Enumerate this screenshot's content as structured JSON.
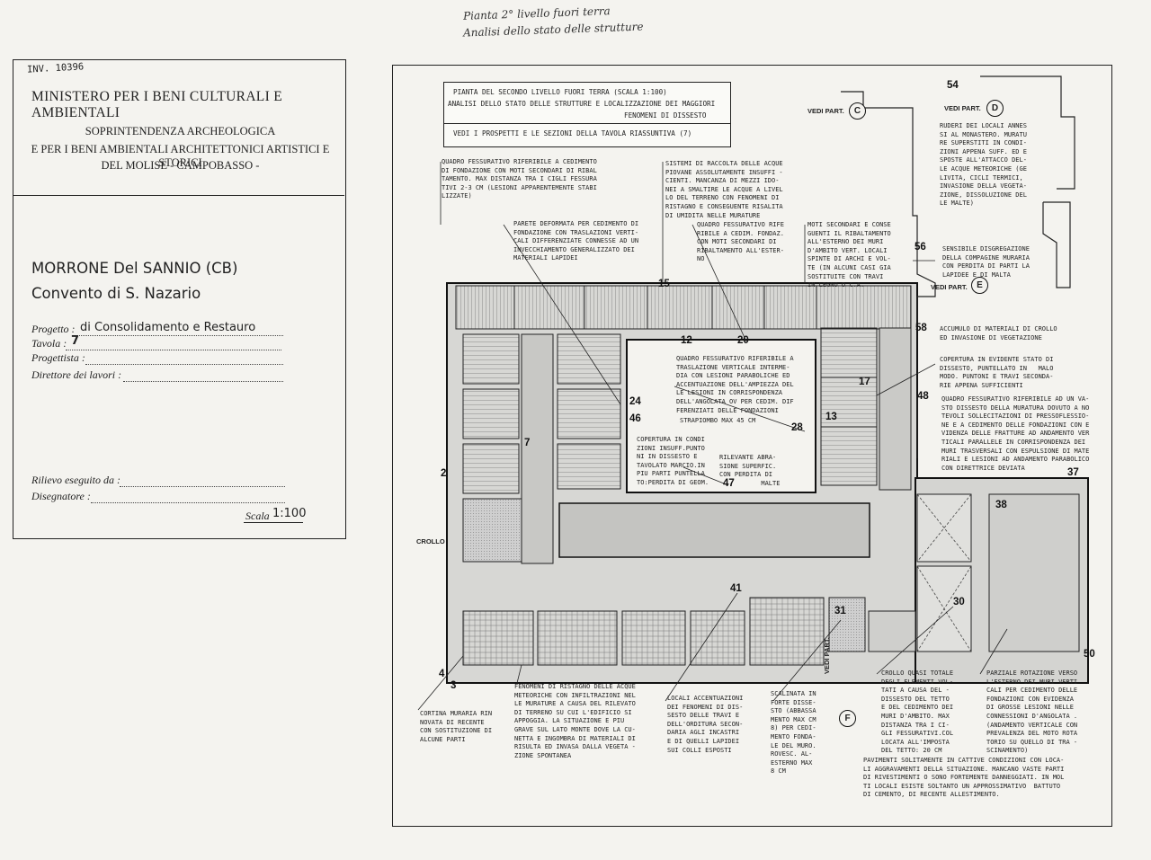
{
  "handwritten": {
    "inventory": "INV. 10396",
    "top_line1": "Pianta 2° livello fuori terra",
    "top_line2": "Analisi dello stato delle strutture"
  },
  "title_block": {
    "ministry": "MINISTERO PER I BENI CULTURALI E AMBIENTALI",
    "sop1": "SOPRINTENDENZA ARCHEOLOGICA",
    "sop2": "E PER I BENI AMBIENTALI ARCHITETTONICI ARTISTICI E STORICI",
    "sop3": "DEL MOLISE  - CAMPOBASSO -",
    "place": "MORRONE Del SANNIO  (CB)",
    "building": "Convento di S. Nazario",
    "project_label": "Progetto :",
    "project_value": "di Consolidamento e Restauro",
    "tavola_label": "Tavola :",
    "tavola_value": "7",
    "progettista_label": "Progettista :",
    "direttore_label": "Direttore dei lavori :",
    "rilievo_label": "Rilievo eseguito da :",
    "disegnatore_label": "Disegnatore :",
    "scala_label": "Scala",
    "scala_value": "1:100"
  },
  "legend": {
    "line1": "PIANTA DEL SECONDO LIVELLO FUORI TERRA  (SCALA 1:100)",
    "line2": "ANALISI DELLO STATO DELLE STRUTTURE E LOCALIZZAZIONE DEI MAGGIORI",
    "line3": "FENOMENI DI DISSESTO",
    "line4": "VEDI I PROSPETTI E LE SEZIONI DELLA TAVOLA RIASSUNTIVA (7)"
  },
  "notes": {
    "n1": "QUADRO FESSURATIVO RIFERIBILE A CEDIMENTO\nDI FONDAZIONE CON MOTI SECONDARI DI RIBAL\nTAMENTO. MAX DISTANZA TRA I CIGLI FESSURA\nTIVI 2-3 CM (LESIONI APPARENTEMENTE STABI\nLIZZATE)",
    "n2": "SISTEMI DI RACCOLTA DELLE ACQUE\nPIOVANE ASSOLUTAMENTE INSUFFI -\nCIENTI. MANCANZA DI MEZZI IDO-\nNEI A SMALTIRE LE ACQUE A LIVEL\nLO DEL TERRENO CON FENOMENI DI\nRISTAGNO E CONSEGUENTE RISALITA\nDI UMIDITA NELLE MURATURE",
    "n3": "RUDERI DEI LOCALI ANNES\nSI AL MONASTERO. MURATU\nRE SUPERSTITI IN CONDI-\nZIONI APPENA SUFF. ED E\nSPOSTE ALL'ATTACCO DEL-\nLE ACQUE METEORICHE (GE\nLIVITA, CICLI TERMICI,\nINVASIONE DELLA VEGETA-\nZIONE, DISSOLUZIONE DEL\nLE MALTE)",
    "n4": "PARETE DEFORMATA PER CEDIMENTO DI\nFONDAZIONE CON TRASLAZIONI VERTI-\nCALI DIFFERENZIATE CONNESSE AD UN\nINVECCHIAMENTO GENERALIZZATO DEI\nMATERIALI LAPIDEI",
    "n5": "QUADRO FESSURATIVO RIFE\nRIBILE A CEDIM. FONDAZ.\nCON MOTI SECONDARI DI\nRIBALTAMENTO ALL'ESTER-\nNO",
    "n6": "MOTI SECONDARI E CONSE\nGUENTI IL RIBALTAMENTO\nALL'ESTERNO DEI MURI\nD'AMBITO VERT. LOCALI\nSPINTE DI ARCHI E VOL-\nTE (IN ALCUNI CASI GIA\nSOSTITUITE CON TRAVI\nIN LEGNO O C.A.",
    "n7": "SENSIBILE DISGREGAZIONE\nDELLA COMPAGINE MURARIA\nCON PERDITA DI PARTI LA\nLAPIDEE E DI MALTA",
    "n8": "ACCUMULO DI MATERIALI DI CROLLO\nED INVASIONE DI VEGETAZIONE",
    "n9": "QUADRO FESSURATIVO RIFERIBILE A\nTRASLAZIONE VERTICALE INTERME-\nDIA CON LESIONI PARABOLICHE ED\nACCENTUAZIONE DELL'AMPIEZZA DEL\nLE LESIONI IN CORRISPONDENZA\nDELL'ANGOLATA OV PER CEDIM. DIF\nFERENZIATI DELLE FONDAZIONI",
    "n10": "COPERTURA IN EVIDENTE STATO DI\nDISSESTO, PUNTELLATO IN   MALO\nMODO. PUNTONI E TRAVI SECONDA-\nRIE APPENA SUFFICIENTI",
    "n11": "QUADRO FESSURATIVO RIFERIBILE AD UN VA-\nSTO DISSESTO DELLA MURATURA DOVUTO A NO\nTEVOLI SOLLECITAZIONI DI PRESSOFLESSIO-\nNE E A CEDIMENTO DELLE FONDAZIONI CON E\nVIDENZA DELLE FRATTURE AD ANDAMENTO VER\nTICALI PARALLELE IN CORRISPONDENZA DEI\nMURI TRASVERSALI CON ESPULSIONE DI MATE\nRIALI E LESIONI AD ANDAMENTO PARABOLICO\nCON DIRETTRICE DEVIATA",
    "strapiombo": "STRAPIOMBO MAX 45 CM",
    "n12": "COPERTURA IN CONDI\nZIONI INSUFF.PUNTO\nNI IN DISSESTO E\nTAVOLATO MARCIO.IN\nPIU PARTI PUNTELLA\nTO:PERDITA DI GEOM.",
    "n13": "RILEVANTE ABRA-\nSIONE SUPERFIC.\nCON PERDITA DI\n           MALTE",
    "n14": "CORTINA MURARIA RIN\nNOVATA DI RECENTE\nCON SOSTITUZIONE DI\nALCUNE PARTI",
    "n15": "FENOMENI DI RISTAGNO DELLE ACQUE\nMETEORICHE CON INFILTRAZIONI NEL\nLE MURATURE A CAUSA DEL RILEVATO\nDI TERRENO SU CUI L'EDIFICIO SI\nAPPOGGIA. LA SITUAZIONE E PIU\nGRAVE SUL LATO MONTE DOVE LA CU-\nNETTA E INGOMBRA DI MATERIALI DI\nRISULTA ED INVASA DALLA VEGETA -\nZIONE SPONTANEA",
    "n16": "LOCALI ACCENTUAZIONI\nDEI FENOMENI DI DIS-\nSESTO DELLE TRAVI E\nDELL'ORDITURA SECON-\nDARIA AGLI INCASTRI\nE DI QUELLI LAPIDEI\nSUI COLLI ESPOSTI",
    "n17": "SCALINATA IN\nFORTE DISSE-\nSTO (ABBASSA\nMENTO MAX CM\n8) PER CEDI-\nMENTO FONDA-\nLE DEL MURO.\nROVESC. AL-\nESTERNO MAX\n8 CM",
    "n18": "CROLLO QUASI TOTALE\nDEGLI ELEMENTI VOL-\nTATI A CAUSA DEL -\nDISSESTO DEL TETTO\nE DEL CEDIMENTO DEI\nMURI D'AMBITO. MAX\nDISTANZA TRA I CI-\nGLI FESSURATIVI.COL\nLOCATA ALL'IMPOSTA\nDEL TETTO: 20 CM",
    "n19": "PARZIALE ROTAZIONE VERSO\nL'ESTERNO DEI MURI VERTI\nCALI PER CEDIMENTO DELLE\nFONDAZIONI CON EVIDENZA\nDI GROSSE LESIONI NELLE\nCONNESSIONI D'ANGOLATA .\n(ANDAMENTO VERTICALE CON\nPREVALENZA DEL MOTO ROTA\nTORIO SU QUELLO DI TRA -\nSCINAMENTO)",
    "n20": "PAVIMENTI SOLITAMENTE IN CATTIVE CONDIZIONI CON LOCA-\nLI AGGRAVAMENTI DELLA SITUAZIONE. MANCANO VASTE PARTI\nDI RIVESTIMENTI O SONO FORTEMENTE DANNEGGIATI. IN MOL\nTI LOCALI ESISTE SOLTANTO UN APPROSSIMATIVO  BATTUTO\nDI CEMENTO, DI RECENTE ALLESTIMENTO."
  },
  "refs": {
    "vedi_c": "VEDI PART.",
    "c": "C",
    "vedi_d": "VEDI PART.",
    "d": "D",
    "vedi_e": "VEDI PART.",
    "e": "E",
    "vedi_f": "VEDI PART.",
    "f": "F",
    "crollo": "CROLLO"
  },
  "numbers": {
    "n2": "2",
    "n3": "3",
    "n4": "4",
    "n7": "7",
    "n12": "12",
    "n13": "13",
    "n15": "15",
    "n17": "17",
    "n20": "20",
    "n24": "24",
    "n28": "28",
    "n30": "30",
    "n31": "31",
    "n37": "37",
    "n38": "38",
    "n41": "41",
    "n46": "46",
    "n47": "47",
    "n48": "48",
    "n50": "50",
    "n54": "54",
    "n56": "56",
    "n58": "58"
  }
}
